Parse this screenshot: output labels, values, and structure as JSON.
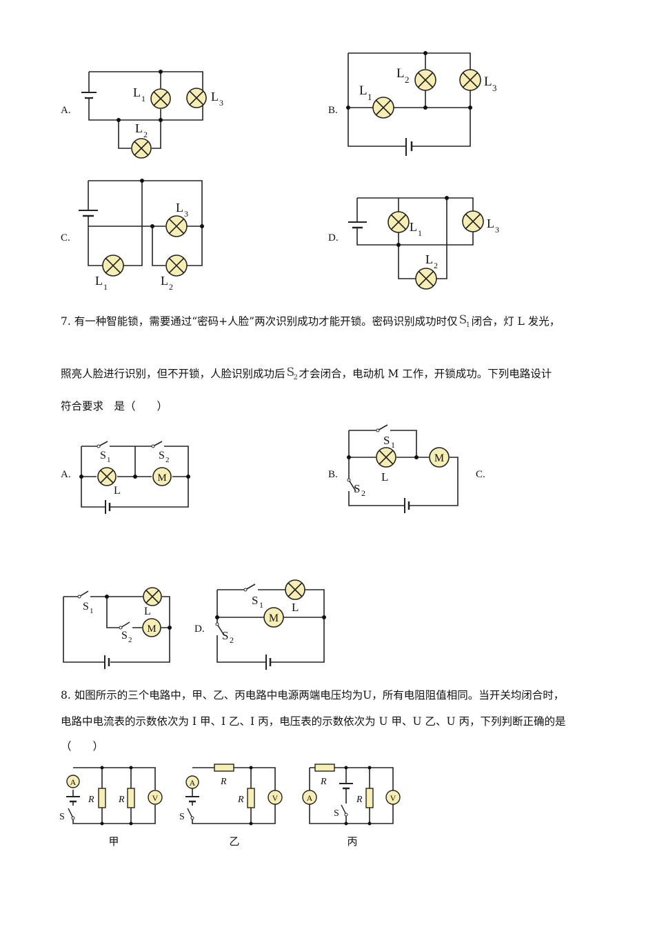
{
  "q6_options": {
    "a": "A.",
    "b": "B.",
    "c": "C.",
    "d": "D."
  },
  "labels": {
    "L": "L",
    "L1": "1",
    "L2": "2",
    "L3": "3",
    "sub1": "1",
    "sub2": "2",
    "S": "S",
    "M": "M",
    "A": "A",
    "V": "V",
    "R": "R"
  },
  "q7": {
    "number": "7.",
    "line1_pre": "有一种智能锁，需要通过“密码+人脸”两次识别成功才能开锁。密码识别成功时仅",
    "line1_post": "闭合，灯 L 发光，",
    "line2_pre": "照亮人脸进行识别，但不开锁，人脸识别成功后",
    "line2_post": "才会闭合，电动机 M 工作，开锁成功。下列电路设计",
    "line3": "符合要求　是（　　）",
    "s1": "S",
    "s1_sub": "1",
    "s2": "S",
    "s2_sub": "2",
    "options": {
      "a": "A.",
      "b": "B.",
      "c": "C.",
      "d": "D."
    }
  },
  "q8": {
    "number": "8.",
    "line1": "如图所示的三个电路中，甲、乙、丙电路中电源两端电压均为U，所有电阻阻值相同。当开关均闭合时，",
    "line2": "电路中电流表的示数依次为 I 甲、I 乙、I 丙，电压表的示数依次为 U 甲、U 乙、U 丙，下列判断正确的是",
    "line3": "（　　）",
    "captions": [
      "甲",
      "乙",
      "丙"
    ]
  }
}
